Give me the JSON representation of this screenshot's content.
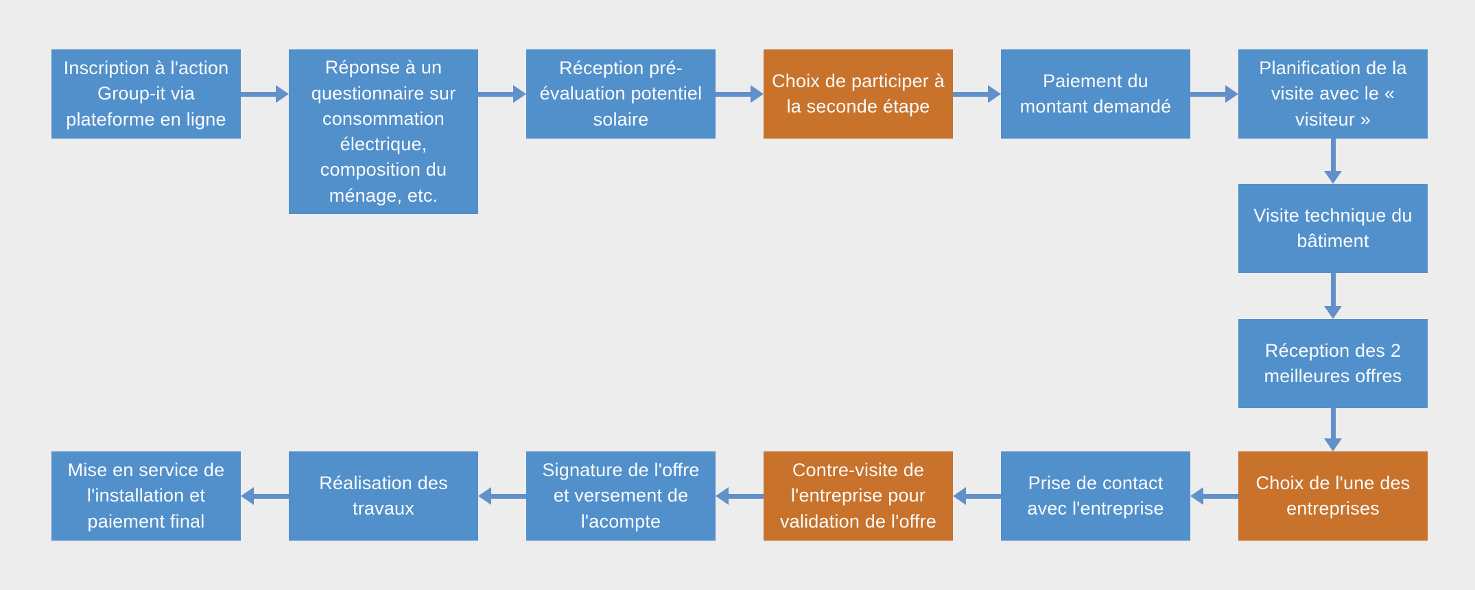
{
  "diagram": {
    "type": "flowchart",
    "language": "fr",
    "colors": {
      "background": "#EDEDEE",
      "node_blue": "#5290CB",
      "node_orange": "#C8722C",
      "arrow": "#6290C9",
      "text": "#FAFCFD"
    },
    "nodes": [
      {
        "label": "Inscription à l'action Group-it via plateforme en ligne",
        "variant": "blue"
      },
      {
        "label": "Réponse à un questionnaire sur consommation électrique, composition du ménage, etc.",
        "variant": "blue"
      },
      {
        "label": "Réception pré-évaluation potentiel solaire",
        "variant": "blue"
      },
      {
        "label": "Choix de participer à la seconde étape",
        "variant": "orange"
      },
      {
        "label": "Paiement du montant demandé",
        "variant": "blue"
      },
      {
        "label": "Planification de la visite avec le « visiteur »",
        "variant": "blue"
      },
      {
        "label": "Visite technique du bâtiment",
        "variant": "blue"
      },
      {
        "label": "Réception des 2 meilleures offres",
        "variant": "blue"
      },
      {
        "label": "Choix de l'une des entreprises",
        "variant": "orange"
      },
      {
        "label": "Prise de contact avec l'entreprise",
        "variant": "blue"
      },
      {
        "label": "Contre-visite de l'entreprise pour validation de l'offre",
        "variant": "orange"
      },
      {
        "label": "Signature de l'offre et versement de l'acompte",
        "variant": "blue"
      },
      {
        "label": "Réalisation des travaux",
        "variant": "blue"
      },
      {
        "label": "Mise en service de l'installation et paiement final",
        "variant": "blue"
      }
    ]
  }
}
